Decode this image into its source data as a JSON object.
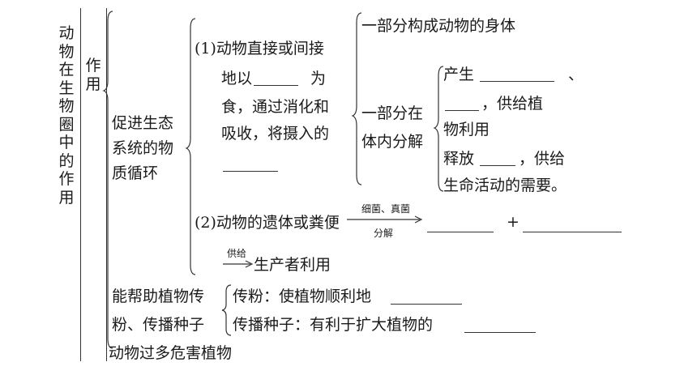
{
  "title_vertical": "动物在生物圈中的作用",
  "zuoyong_vertical": "作用",
  "promote_cycle": [
    "促进生态",
    "系统的物",
    "质循环"
  ],
  "item1": {
    "lines": [
      "(1)动物直接或间接",
      "地以",
      "为",
      "食，通过消化和",
      "吸收，将摄入的"
    ]
  },
  "part_body": "一部分构成动物的身体",
  "part_decompose": [
    "一部分在",
    "体内分解"
  ],
  "decompose_branch": {
    "line1": "产生",
    "sep": "、",
    "line2_suffix": "，供给植",
    "line3": "物利用",
    "line4_prefix": "释放",
    "line4_suffix": "，供给",
    "line5": "生命活动的需要。"
  },
  "item2": {
    "text": "(2)动物的遗体或粪便",
    "arrow_top": "细菌、真菌",
    "arrow_bottom": "分解",
    "plus": "+"
  },
  "supply": {
    "arrow_label": "供给",
    "text": "生产者利用"
  },
  "pollination_group": [
    "能帮助植物传",
    "粉、传播种子"
  ],
  "pollination": "传粉：使植物顺利地",
  "seed_spread": "传播种子：有利于扩大植物的",
  "harm": "动物过多危害植物"
}
